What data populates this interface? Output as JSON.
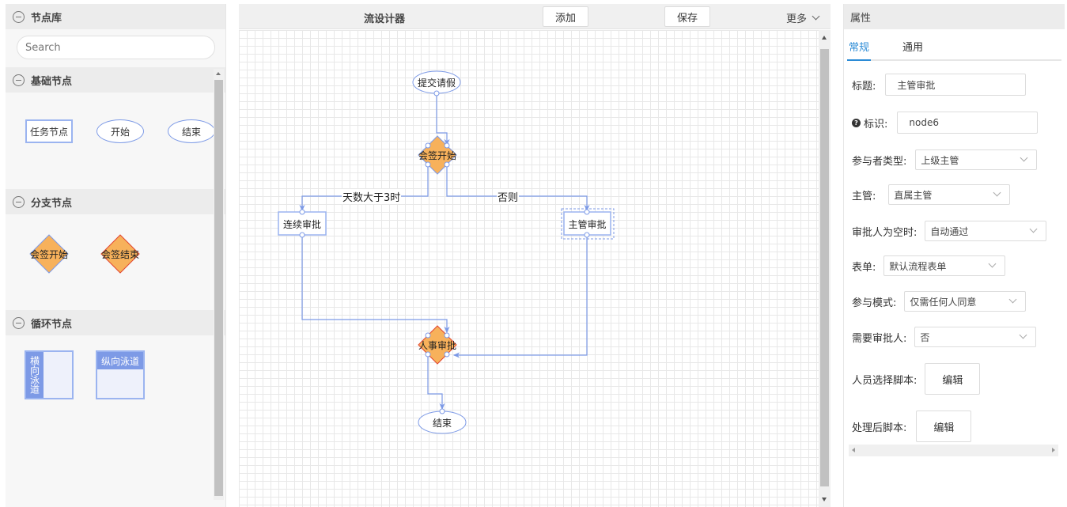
{
  "left_panel": {
    "title": "节点库",
    "search_placeholder": "Search",
    "sections": [
      {
        "title": "基础节点",
        "items": [
          "任务节点",
          "开始",
          "结束"
        ]
      },
      {
        "title": "分支节点",
        "items": [
          "会签开始",
          "会签结束"
        ]
      },
      {
        "title": "循环节点",
        "items": [
          "横向泳道",
          "纵向泳道"
        ]
      }
    ]
  },
  "toolbar": {
    "title": "流设计器",
    "add_label": "添加",
    "save_label": "保存",
    "more_label": "更多"
  },
  "flow": {
    "nodes": {
      "submit": "提交请假",
      "countersign_start": "会签开始",
      "continuous_approve": "连续审批",
      "supervisor_approve": "主管审批",
      "hr_approve": "人事审批",
      "end": "结束"
    },
    "edges": {
      "days_gt_3": "天数大于3时",
      "otherwise": "否则"
    }
  },
  "properties": {
    "title": "属性",
    "tabs": [
      "常规",
      "通用"
    ],
    "fields": {
      "title_label": "标题:",
      "title_value": "主管审批",
      "id_label": "标识:",
      "id_value": "node6",
      "participant_type_label": "参与者类型:",
      "participant_type_value": "上级主管",
      "supervisor_label": "主管:",
      "supervisor_value": "直属主管",
      "empty_approver_label": "审批人为空时:",
      "empty_approver_value": "自动通过",
      "form_label": "表单:",
      "form_value": "默认流程表单",
      "mode_label": "参与模式:",
      "mode_value": "仅需任何人同意",
      "need_approver_label": "需要审批人:",
      "need_approver_value": "否",
      "person_script_label": "人员选择脚本:",
      "person_script_button": "编辑",
      "post_script_label": "处理后脚本:",
      "post_script_button": "编辑"
    }
  },
  "colors": {
    "accent": "#2b8bd6",
    "node_stroke": "#7d9ae6",
    "diamond_orange": "#f7b15b",
    "diamond_red_stroke": "#e2452f",
    "edge": "#7d9ae6"
  }
}
